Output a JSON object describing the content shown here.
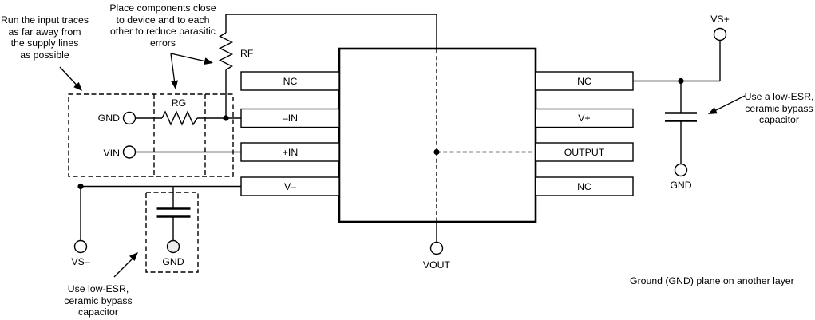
{
  "diagram": {
    "colors": {
      "line": "#000000",
      "background": "#ffffff"
    },
    "ic": {
      "left_pins": [
        {
          "label": "NC"
        },
        {
          "label": "–IN"
        },
        {
          "label": "+IN"
        },
        {
          "label": "V–"
        }
      ],
      "right_pins": [
        {
          "label": "NC"
        },
        {
          "label": "V+"
        },
        {
          "label": "OUTPUT"
        },
        {
          "label": "NC"
        }
      ]
    },
    "resistors": {
      "rf": "RF",
      "rg": "RG"
    },
    "terminals": {
      "gnd_input": "GND",
      "vin": "VIN",
      "vs_minus": "VS–",
      "gnd_bottom": "GND",
      "vout": "VOUT",
      "vs_plus": "VS+",
      "gnd_right": "GND"
    },
    "annotations": {
      "input_traces": "Run the input traces\nas far away from\nthe supply lines\nas possible",
      "place_components": "Place components close\nto device and to each\nother to reduce parasitic\nerrors",
      "bypass_right": "Use a low-ESR,\nceramic bypass\ncapacitor",
      "bypass_bottom": "Use low-ESR,\nceramic bypass\ncapacitor",
      "ground_plane": "Ground (GND) plane on another layer"
    }
  }
}
